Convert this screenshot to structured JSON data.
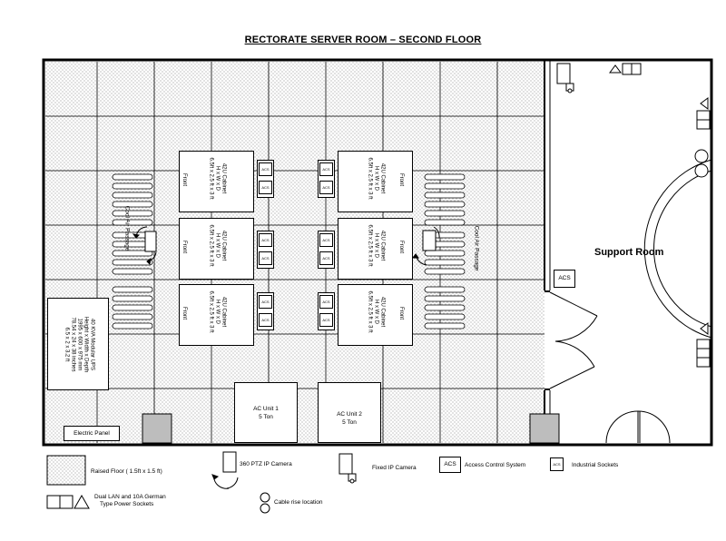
{
  "title": "RECTORATE SERVER ROOM – SECOND FLOOR",
  "rooms": {
    "support_room": "Support Room"
  },
  "cabinets": {
    "line1": "42U Cabinet",
    "line2": "H x W x D",
    "line3": "6.5ft x 2.5 ft x 3 ft",
    "front": "Front"
  },
  "cool_air": "Cool Air Passage",
  "ups": {
    "line1": "40 KVA Modular UPS",
    "line2": "Height x Width x Depth",
    "line3": "1995 x 600 x 975 mm",
    "line4": "78.54 x 24 x 38 inches",
    "line5": "6.5 x 2 x 3.2 ft"
  },
  "ac_units": [
    {
      "name": "AC Unit 1",
      "capacity": "5 Ton"
    },
    {
      "name": "AC Unit 2",
      "capacity": "5 Ton"
    }
  ],
  "electric_panel": "Electric Panel",
  "acs": "ACS",
  "socket_label": "ACS",
  "legend": {
    "raised_floor": "Raised Floor ( 1.5ft x 1.5 ft)",
    "ptz_camera": "360  PTZ IP Camera",
    "fixed_camera": "Fixed IP Camera",
    "acs_box": "ACS",
    "access_control": "Access Control System",
    "socket_box": "ACS",
    "industrial_sockets": "Industrial Sockets",
    "dual_lan_1": "Dual LAN and 10A German",
    "dual_lan_2": "Type Power Sockets",
    "cable_rise": "Cable rise location"
  },
  "colors": {
    "floor_tile": "#e6e6e6",
    "grid_line": "#000000",
    "duct": "#bdbdbd"
  }
}
